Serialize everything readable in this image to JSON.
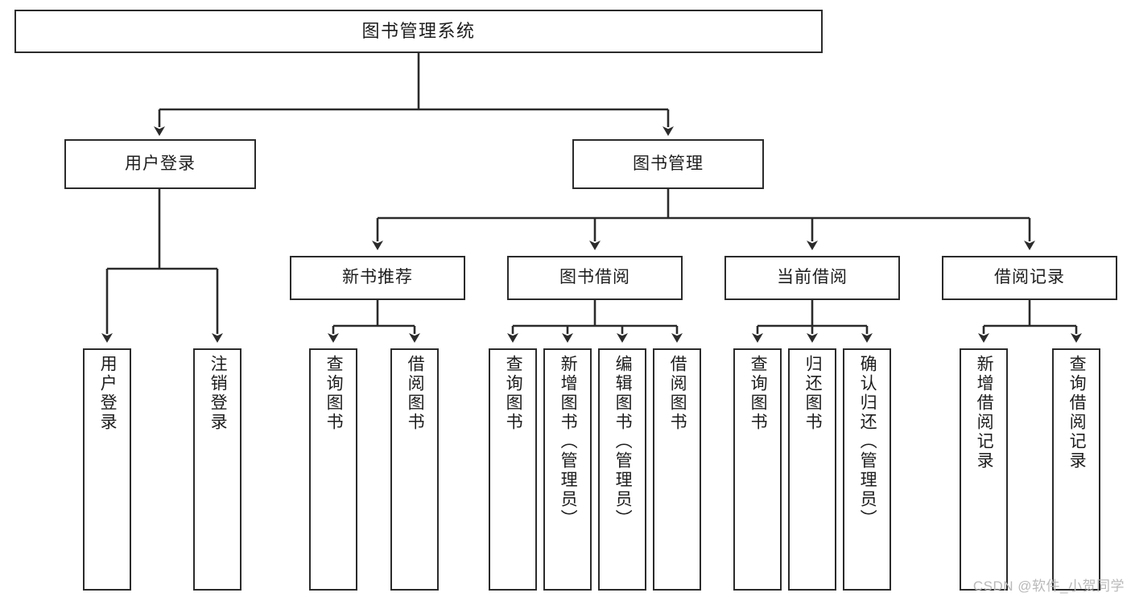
{
  "diagram": {
    "kind": "hierarchy-tree",
    "root": {
      "id": "root",
      "label": "图书管理系统"
    },
    "level2": [
      {
        "id": "login",
        "label": "用户登录"
      },
      {
        "id": "bookmgmt",
        "label": "图书管理"
      }
    ],
    "level3": [
      {
        "id": "newbooks",
        "label": "新书推荐",
        "parent": "bookmgmt"
      },
      {
        "id": "borrow",
        "label": "图书借阅",
        "parent": "bookmgmt"
      },
      {
        "id": "current",
        "label": "当前借阅",
        "parent": "bookmgmt"
      },
      {
        "id": "records",
        "label": "借阅记录",
        "parent": "bookmgmt"
      }
    ],
    "leaves": [
      {
        "id": "leaf-1",
        "label": "用户登录",
        "parent": "login"
      },
      {
        "id": "leaf-2",
        "label": "注销登录",
        "parent": "login"
      },
      {
        "id": "leaf-3",
        "label": "查询图书",
        "parent": "newbooks"
      },
      {
        "id": "leaf-4",
        "label": "借阅图书",
        "parent": "newbooks"
      },
      {
        "id": "leaf-5",
        "label": "查询图书",
        "parent": "borrow"
      },
      {
        "id": "leaf-6",
        "label": "新增图书（管理员）",
        "parent": "borrow"
      },
      {
        "id": "leaf-7",
        "label": "编辑图书（管理员）",
        "parent": "borrow"
      },
      {
        "id": "leaf-8",
        "label": "借阅图书",
        "parent": "borrow"
      },
      {
        "id": "leaf-9",
        "label": "查询图书",
        "parent": "current"
      },
      {
        "id": "leaf-10",
        "label": "归还图书",
        "parent": "current"
      },
      {
        "id": "leaf-11",
        "label": "确认归还（管理员）",
        "parent": "current"
      },
      {
        "id": "leaf-12",
        "label": "新增借阅记录",
        "parent": "records"
      },
      {
        "id": "leaf-13",
        "label": "查询借阅记录",
        "parent": "records"
      }
    ]
  },
  "watermark": {
    "text": "CSDN @软件_小贺同学"
  },
  "colors": {
    "stroke": "#2b2b2b",
    "fill": "#ffffff",
    "text": "#1d1d1d",
    "watermark": "#b9b9b9"
  }
}
